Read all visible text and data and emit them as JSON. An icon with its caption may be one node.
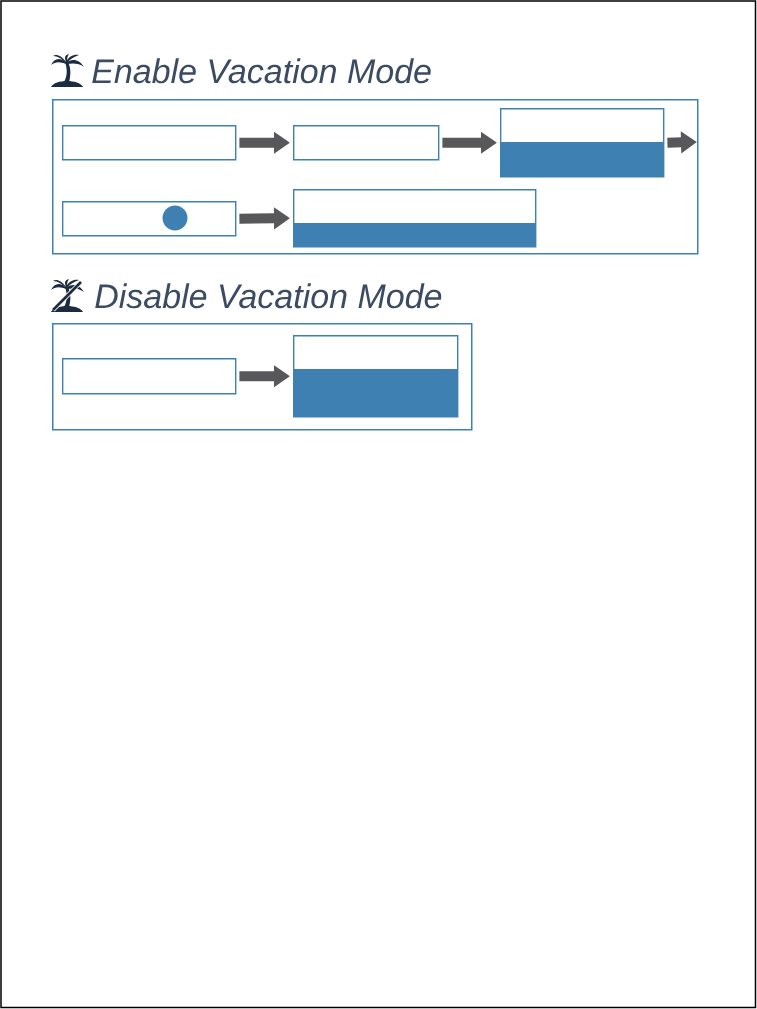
{
  "diagram": {
    "nodes": [
      {
        "text": [
          "Enable Vacation Mode"
        ]
      },
      {
        "text": [],
        "shape": "box",
        "in": 0
      },
      {
        "text": [],
        "shape": "box",
        "in": 0
      },
      {
        "text": [],
        "shape": "box",
        "in": 0
      },
      {
        "text": [],
        "shape": "box",
        "in": 0
      },
      {
        "text": [],
        "shape": "box",
        "in": 0
      },
      {
        "text": [
          "Disable Vacation Mode"
        ]
      },
      {
        "text": [],
        "shape": "box",
        "in": 6
      },
      {
        "text": [],
        "shape": "box",
        "in": 6
      }
    ],
    "edges": [
      {
        "from": 1,
        "to": 2,
        "arrow": "to"
      },
      {
        "from": 2,
        "to": 3,
        "arrow": "to"
      },
      {
        "from": 3,
        "to": null,
        "arrow": "to"
      },
      {
        "from": 4,
        "to": 5,
        "arrow": "to"
      },
      {
        "from": 7,
        "to": 8,
        "arrow": "to"
      }
    ]
  }
}
